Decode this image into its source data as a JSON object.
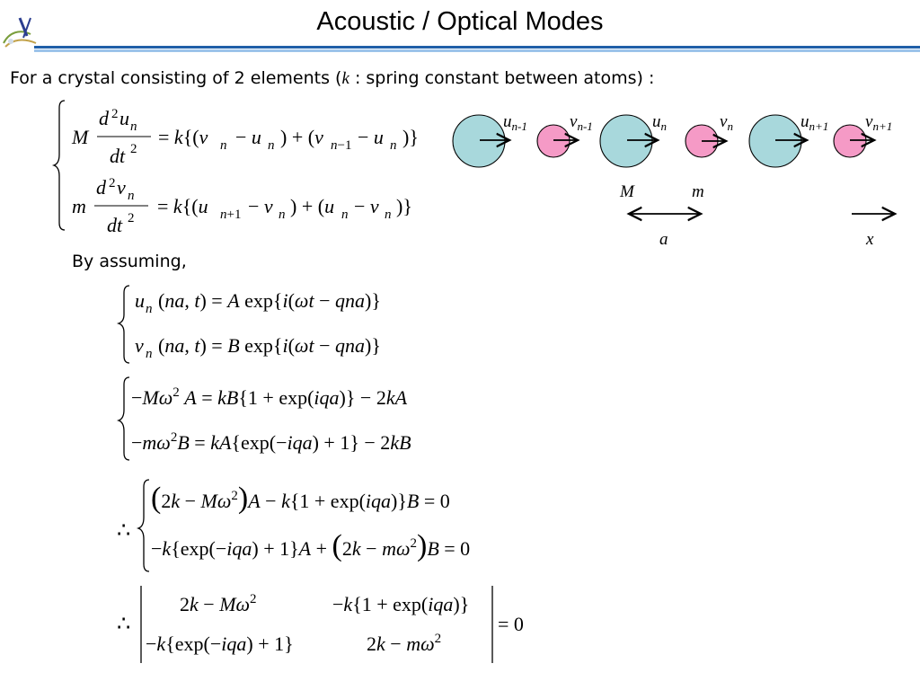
{
  "slide": {
    "title": "Acoustic / Optical Modes",
    "intro_before": "For a crystal consisting of 2 elements (",
    "intro_k": "k",
    "intro_after": " : spring constant between atoms) :",
    "assuming_label": "By assuming,"
  },
  "diagram": {
    "top_labels": [
      {
        "base": "u",
        "sub": "n-1"
      },
      {
        "base": "v",
        "sub": "n-1"
      },
      {
        "base": "u",
        "sub": "n"
      },
      {
        "base": "v",
        "sub": "n"
      },
      {
        "base": "u",
        "sub": "n+1"
      },
      {
        "base": "v",
        "sub": "n+1"
      }
    ],
    "mass_big": "M",
    "mass_small": "m",
    "spacing_label": "a",
    "axis_label": "x",
    "colors": {
      "big_atom": "#a8d8dc",
      "small_atom": "#f59ac6"
    }
  },
  "colors": {
    "rule_dark": "#1f5fa8",
    "rule_light": "#9cc3ea"
  }
}
